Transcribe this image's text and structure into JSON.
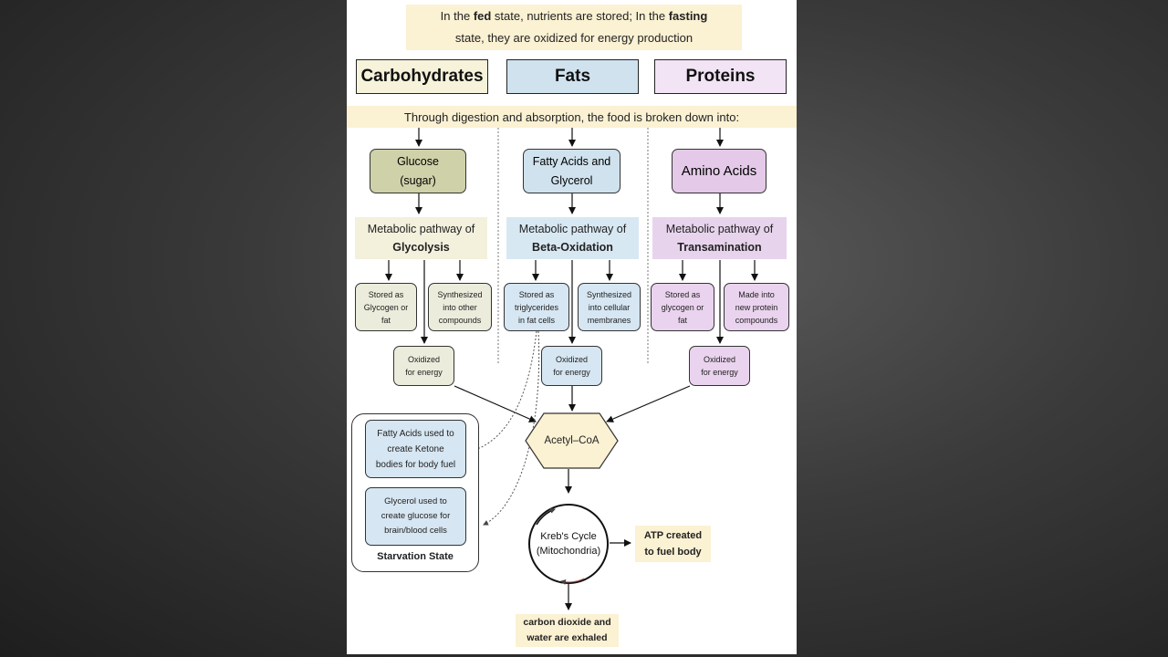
{
  "title": {
    "pre1": "In the ",
    "fed": "fed",
    "mid": " state, nutrients are stored; In the ",
    "fasting": "fasting",
    "line2": "state, they are oxidized for energy production"
  },
  "categories": {
    "carbohydrates": "Carbohydrates",
    "fats": "Fats",
    "proteins": "Proteins"
  },
  "digestion_banner": "Through digestion and absorption, the food is broken down into:",
  "products": {
    "glucose_l1": "Glucose",
    "glucose_l2": "(sugar)",
    "fatty_l1": "Fatty Acids and",
    "fatty_l2": "Glycerol",
    "amino": "Amino Acids"
  },
  "pathways": {
    "prefix": "Metabolic pathway of",
    "glycolysis": "Glycolysis",
    "beta": "Beta-Oxidation",
    "transamination": "Transamination"
  },
  "carb_outputs": {
    "stored": [
      "Stored as",
      "Glycogen or",
      "fat"
    ],
    "synth": [
      "Synthesized",
      "into other",
      "compounds"
    ],
    "oxidized": [
      "Oxidized",
      "for energy"
    ]
  },
  "fat_outputs": {
    "stored": [
      "Stored as",
      "triglycerides",
      "in fat cells"
    ],
    "synth": [
      "Synthesized",
      "into cellular",
      "membranes"
    ],
    "oxidized": [
      "Oxidized",
      "for energy"
    ]
  },
  "protein_outputs": {
    "stored": [
      "Stored as",
      "glycogen or",
      "fat"
    ],
    "made": [
      "Made into",
      "new protein",
      "compounds"
    ],
    "oxidized": [
      "Oxidized",
      "for energy"
    ]
  },
  "acetyl": "Acetyl–CoA",
  "krebs": {
    "l1": "Kreb's Cycle",
    "l2": "(Mitochondria)"
  },
  "atp": {
    "l1": "ATP created",
    "l2": "to fuel body"
  },
  "exhaled": {
    "l1": "carbon dioxide and",
    "l2": "water are exhaled"
  },
  "starvation": {
    "ketone": [
      "Fatty Acids used to",
      "create Ketone",
      "bodies for body fuel"
    ],
    "glycerol": [
      "Glycerol used to",
      "create glucose for",
      "brain/blood cells"
    ],
    "label": "Starvation State"
  },
  "colors": {
    "tan": "#fbf1d3",
    "olive": "#cfd1a9",
    "blue": "#cfe2ee",
    "pink": "#e4c9e8",
    "acetyl": "#fbf1d3"
  }
}
